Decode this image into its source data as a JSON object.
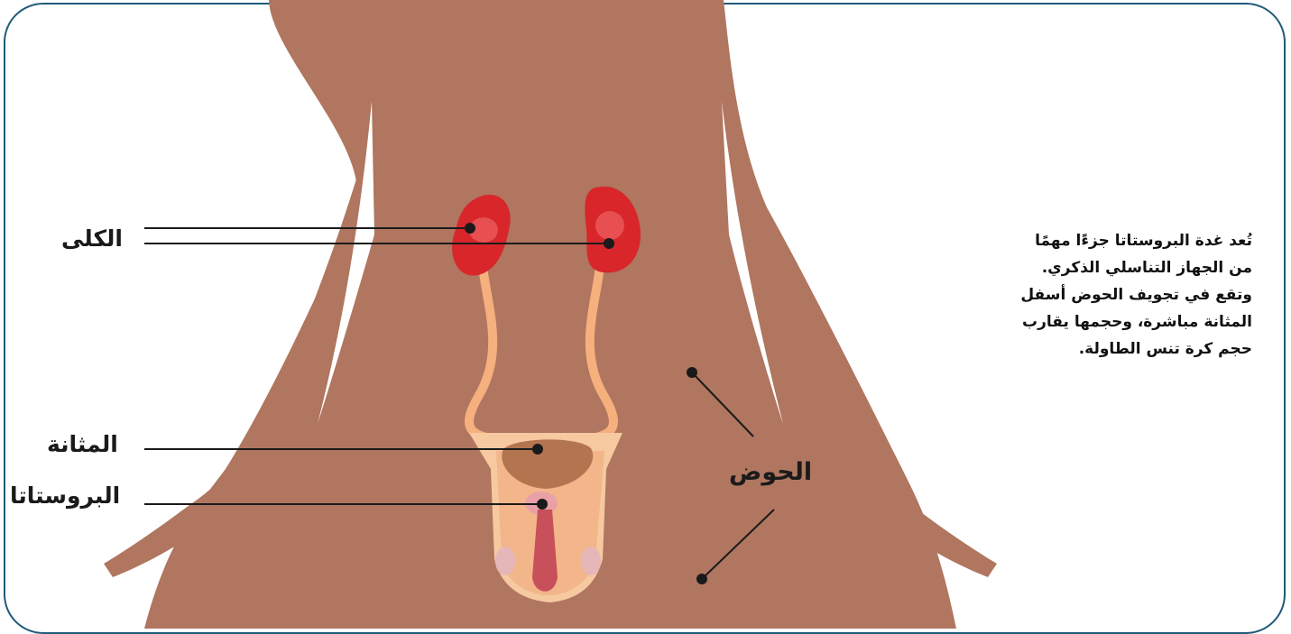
{
  "labels": {
    "kidneys": "الكلى",
    "bladder": "المثانة",
    "prostate": "البروستاتا",
    "pelvis": "الحوض"
  },
  "description": {
    "lines": [
      "تُعد غدة البروستاتا جزءًا مهمًا",
      "من الجهاز التناسلي الذكري.",
      "وتقع في تجويف الحوض أسفل",
      "المثانة مباشرة، وحجمها يقارب",
      "حجم كرة تنس الطاولة."
    ]
  },
  "colors": {
    "skin": "#b07660",
    "kidney": "#d8262b",
    "ureter": "#f5b07e",
    "bladder": "#b3754f",
    "prostate": "#e9a0a6",
    "frame": "#1f5a78",
    "leader": "#1a1a1a"
  }
}
